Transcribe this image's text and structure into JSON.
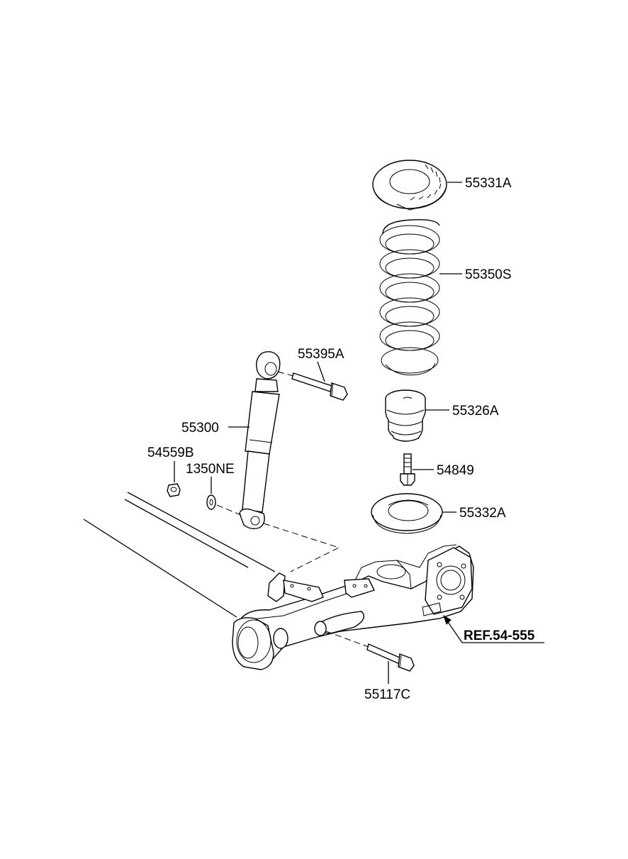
{
  "parts": {
    "spring_pad_upper": "55331A",
    "coil_spring": "55350S",
    "shock_bolt": "55395A",
    "bump_stopper": "55326A",
    "shock_absorber": "55300",
    "nut": "54559B",
    "washer": "1350NE",
    "bolt_54849": "54849",
    "spring_pad_lower": "55332A",
    "reference": "REF.54-555",
    "axle_bolt": "55117C"
  }
}
